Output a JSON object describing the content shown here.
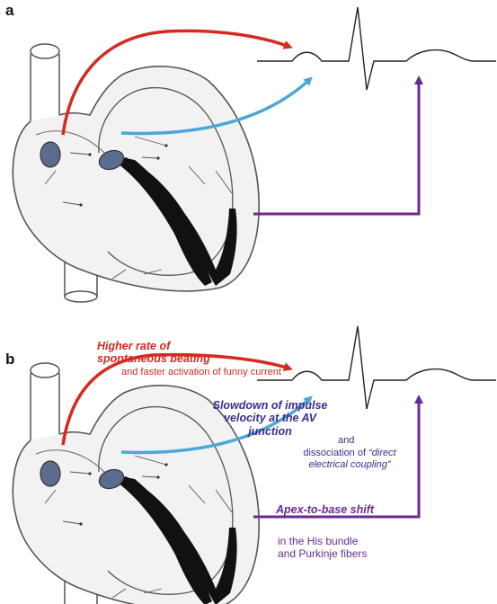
{
  "panels": [
    {
      "label": "a"
    },
    {
      "label": "b"
    }
  ],
  "annotations": {
    "red_heading": "Higher rate of spontaneous beating",
    "red_detail": "and faster activation of funny current",
    "blue_heading": "Slowdown of impulse velocity at the AV junction",
    "blue_and": "and",
    "blue_detail_prefix": "dissociation of ",
    "blue_detail_quote": "“direct electrical coupling”",
    "purple_heading": "Apex-to-base shift",
    "purple_detail": "in the His bundle and Purkinje fibers"
  },
  "colors": {
    "sa_arrow": "#d42a20",
    "av_arrow": "#4ba8d6",
    "purkinje_arrow": "#6a2a8f",
    "node_fill": "#5b6c8f"
  },
  "icons": {
    "heart": "heart-outline-icon",
    "ecg": "ecg-trace-icon"
  }
}
